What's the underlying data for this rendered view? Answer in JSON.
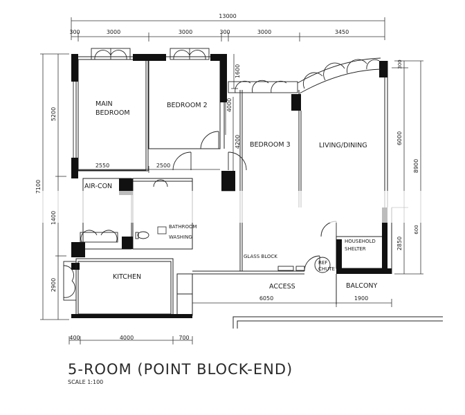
{
  "title": "5-ROOM (POINT BLOCK-END)",
  "scale": "SCALE   1:100",
  "rooms": {
    "main_bedroom_line1": "MAIN",
    "main_bedroom_line2": "BEDROOM",
    "bedroom2": "BEDROOM 2",
    "bedroom3": "BEDROOM 3",
    "living_dining": "LIVING/DINING",
    "aircon": "AIR-CON",
    "bathroom": "BATHROOM",
    "washing": "WASHING",
    "kitchen": "KITCHEN",
    "household_line1": "HOUSEHOLD",
    "household_line2": "SHELTER",
    "access": "ACCESS",
    "balcony": "BALCONY",
    "glass_block": "GLASS BLOCK",
    "refuse_line1": "REF",
    "refuse_line2": "CHUTE"
  },
  "dimensions": {
    "top_overall": "13000",
    "top_segments": [
      "300",
      "3000",
      "3000",
      "300",
      "3000",
      "3450"
    ],
    "left_overall": "7100",
    "left_5200": "5200",
    "left_1400": "1400",
    "left_2900": "2900",
    "right_8900": "8900",
    "right_6000": "6000",
    "right_300": "300",
    "right_2850": "2850",
    "right_bracket": "600",
    "inner_1600": "1600",
    "inner_4000": "4000",
    "inner_4200": "4200",
    "inner_2550": "2550",
    "inner_2500": "2500",
    "bottom_400": "400",
    "bottom_4000": "4000",
    "bottom_700": "700",
    "bottom_6050": "6050",
    "bottom_1900": "1900"
  }
}
